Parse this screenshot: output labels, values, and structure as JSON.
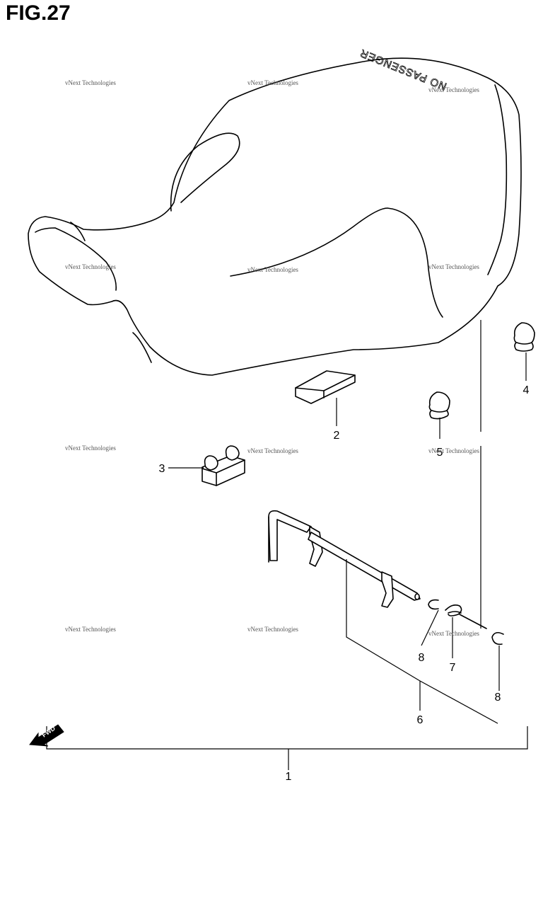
{
  "figure": {
    "title": "FIG.27"
  },
  "seat_marking": "NO PASSENGER",
  "direction_marker": {
    "label": "FWD"
  },
  "watermark": "vNext Technologies",
  "callouts": [
    {
      "id": "1",
      "label": "1"
    },
    {
      "id": "2",
      "label": "2"
    },
    {
      "id": "3",
      "label": "3"
    },
    {
      "id": "4",
      "label": "4"
    },
    {
      "id": "5",
      "label": "5"
    },
    {
      "id": "6",
      "label": "6"
    },
    {
      "id": "7",
      "label": "7"
    },
    {
      "id": "8a",
      "label": "8"
    },
    {
      "id": "8b",
      "label": "8"
    }
  ]
}
